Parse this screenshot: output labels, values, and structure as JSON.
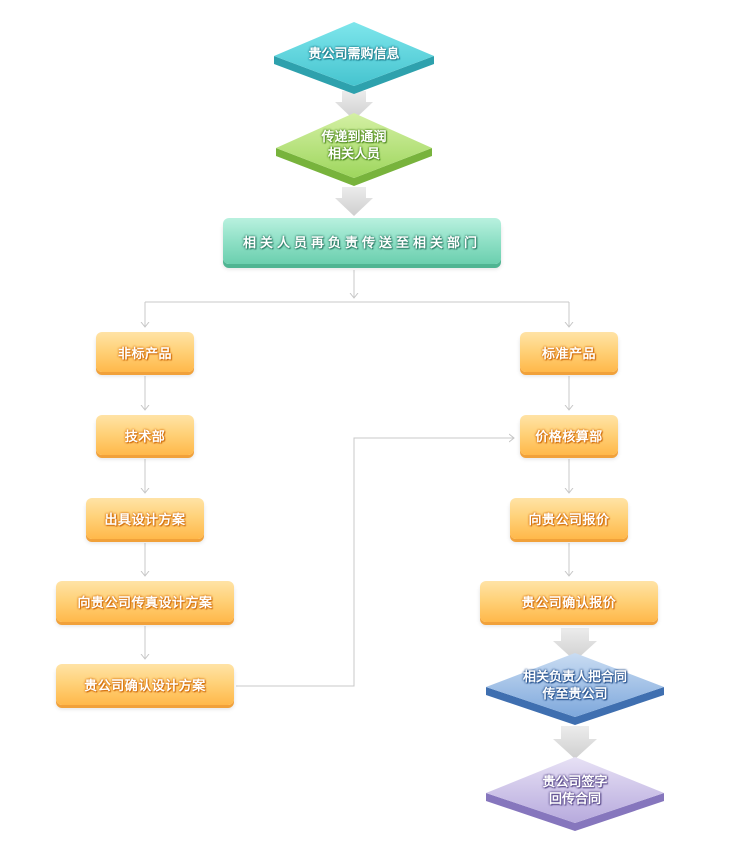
{
  "nodes": {
    "start": "贵公司需购信息",
    "forward": [
      "传递到通润",
      "相关人员"
    ],
    "dispatch": "相关人员再负责传送至相关部门",
    "left": {
      "nonstandard": "非标产品",
      "tech": "技术部",
      "design": "出具设计方案",
      "fax": "向贵公司传真设计方案",
      "confirm": "贵公司确认设计方案"
    },
    "right": {
      "standard": "标准产品",
      "pricing": "价格核算部",
      "quote": "向贵公司报价",
      "confirm_quote": "贵公司确认报价",
      "contract": [
        "相关负责人把合同",
        "传至贵公司"
      ],
      "sign": [
        "贵公司签字",
        "回传合同"
      ]
    }
  },
  "colors": {
    "connector": "#c8c8c8",
    "big_arrow": "#d6d6d6",
    "orange": "#ffb84a",
    "teal": "#4cc6cf",
    "green": "#9cd35a",
    "blue": "#5b8fcf",
    "purple": "#a596d2"
  }
}
